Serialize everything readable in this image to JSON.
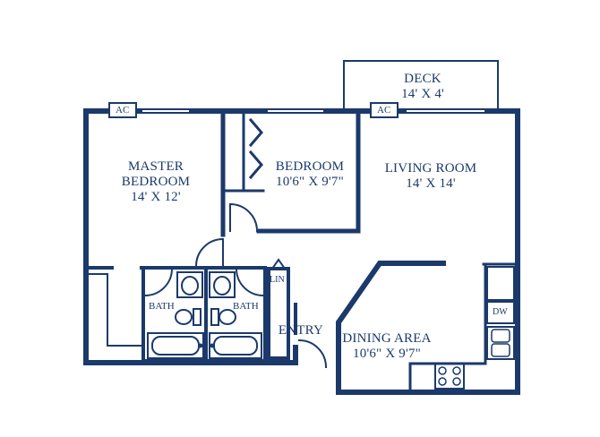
{
  "colors": {
    "ink": "#1b3a6b",
    "background": "#ffffff"
  },
  "rooms": {
    "deck": {
      "name": "DECK",
      "size": "14' X 4'"
    },
    "master_bedroom": {
      "name_line1": "MASTER",
      "name_line2": "BEDROOM",
      "size": "14' X 12'"
    },
    "bedroom": {
      "name": "BEDROOM",
      "size": "10'6\" X 9'7\""
    },
    "living_room": {
      "name": "LIVING ROOM",
      "size": "14' X 14'"
    },
    "dining_area": {
      "name": "DINING AREA",
      "size": "10'6\" X 9'7\""
    },
    "bath_left": {
      "name": "BATH"
    },
    "bath_right": {
      "name": "BATH"
    },
    "entry": {
      "name": "ENTRY"
    },
    "linen": {
      "name": "LIN"
    }
  },
  "fixtures": {
    "ac_left": "AC",
    "ac_right": "AC",
    "dishwasher": "DW"
  }
}
